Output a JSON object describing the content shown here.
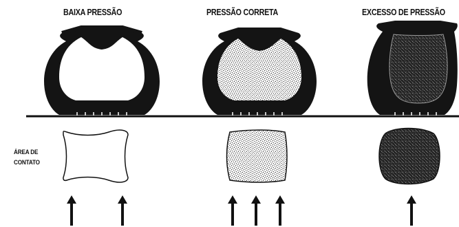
{
  "labels": {
    "low": "BAIXA PRESSÃO",
    "correct": "PRESSÃO CORRETA",
    "excess": "EXCESSO DE PRESSÃO"
  },
  "contact_area_label": {
    "line1": "ÁREA DE",
    "line2": "CONTATO"
  },
  "panels": [
    {
      "id": "low",
      "name": "BAIXA PRESSÃO",
      "arrow_count": 2
    },
    {
      "id": "correct",
      "name": "PRESSÃO CORRETA",
      "arrow_count": 3
    },
    {
      "id": "excess",
      "name": "EXCESSO DE PRESSÃO",
      "arrow_count": 1
    }
  ],
  "colors": {
    "ink": "#111111",
    "tire": "#141414",
    "speckle": "#555555",
    "background": "#ffffff"
  }
}
